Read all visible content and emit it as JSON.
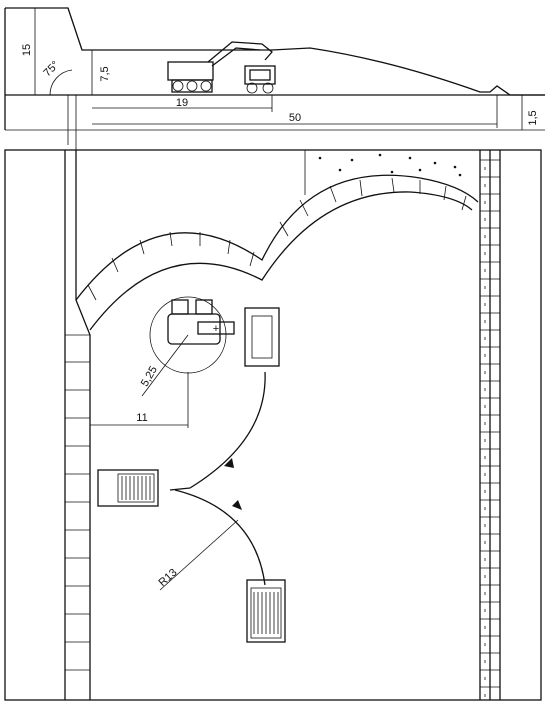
{
  "profile": {
    "dim_bench_height": "15",
    "dim_slope_angle": "75°",
    "dim_platform_height": "7,5",
    "dim_reach": "19",
    "dim_width": "50",
    "dim_ditch": "1,5"
  },
  "plan": {
    "dim_radius_excavator": "5,25",
    "dim_offset": "11",
    "dim_truck_radius": "R13"
  },
  "colors": {
    "ink": "#111111",
    "paper": "#ffffff"
  }
}
